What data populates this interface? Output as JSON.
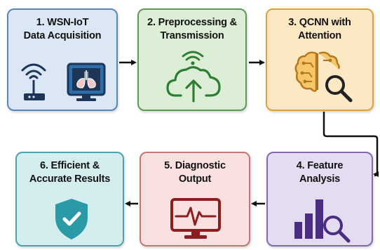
{
  "steps": [
    {
      "title_line1": "1. WSN-IoT",
      "title_line2": "Data Acquisition",
      "icons": [
        "wifi-router-icon",
        "lung-xray-monitor-icon"
      ],
      "border_color": "#5b86b8",
      "fill_color": "#dbe7f5"
    },
    {
      "title_line1": "2. Preprocessing &",
      "title_line2": "Transmission",
      "icons": [
        "wifi-signal-icon",
        "cloud-upload-icon"
      ],
      "border_color": "#5e9b5a",
      "fill_color": "#dcefd6"
    },
    {
      "title_line1": "3. QCNN with",
      "title_line2": "Attention",
      "icons": [
        "brain-circuit-icon",
        "magnifier-icon"
      ],
      "border_color": "#e0a13d",
      "fill_color": "#fce9c4"
    },
    {
      "title_line1": "4. Feature",
      "title_line2": "Analysis",
      "icons": [
        "bar-chart-icon",
        "magnifier-icon"
      ],
      "border_color": "#8369b1",
      "fill_color": "#e4dcf0"
    },
    {
      "title_line1": "5. Diagnostic",
      "title_line2": "Output",
      "icons": [
        "heartbeat-monitor-icon"
      ],
      "border_color": "#c97474",
      "fill_color": "#f9e1e1"
    },
    {
      "title_line1": "6. Efficient &",
      "title_line2": "Accurate Results",
      "icons": [
        "shield-check-icon"
      ],
      "border_color": "#4aa3ad",
      "fill_color": "#d4eef0"
    }
  ],
  "flow_order": [
    "1",
    "2",
    "3",
    "4",
    "5",
    "6"
  ]
}
